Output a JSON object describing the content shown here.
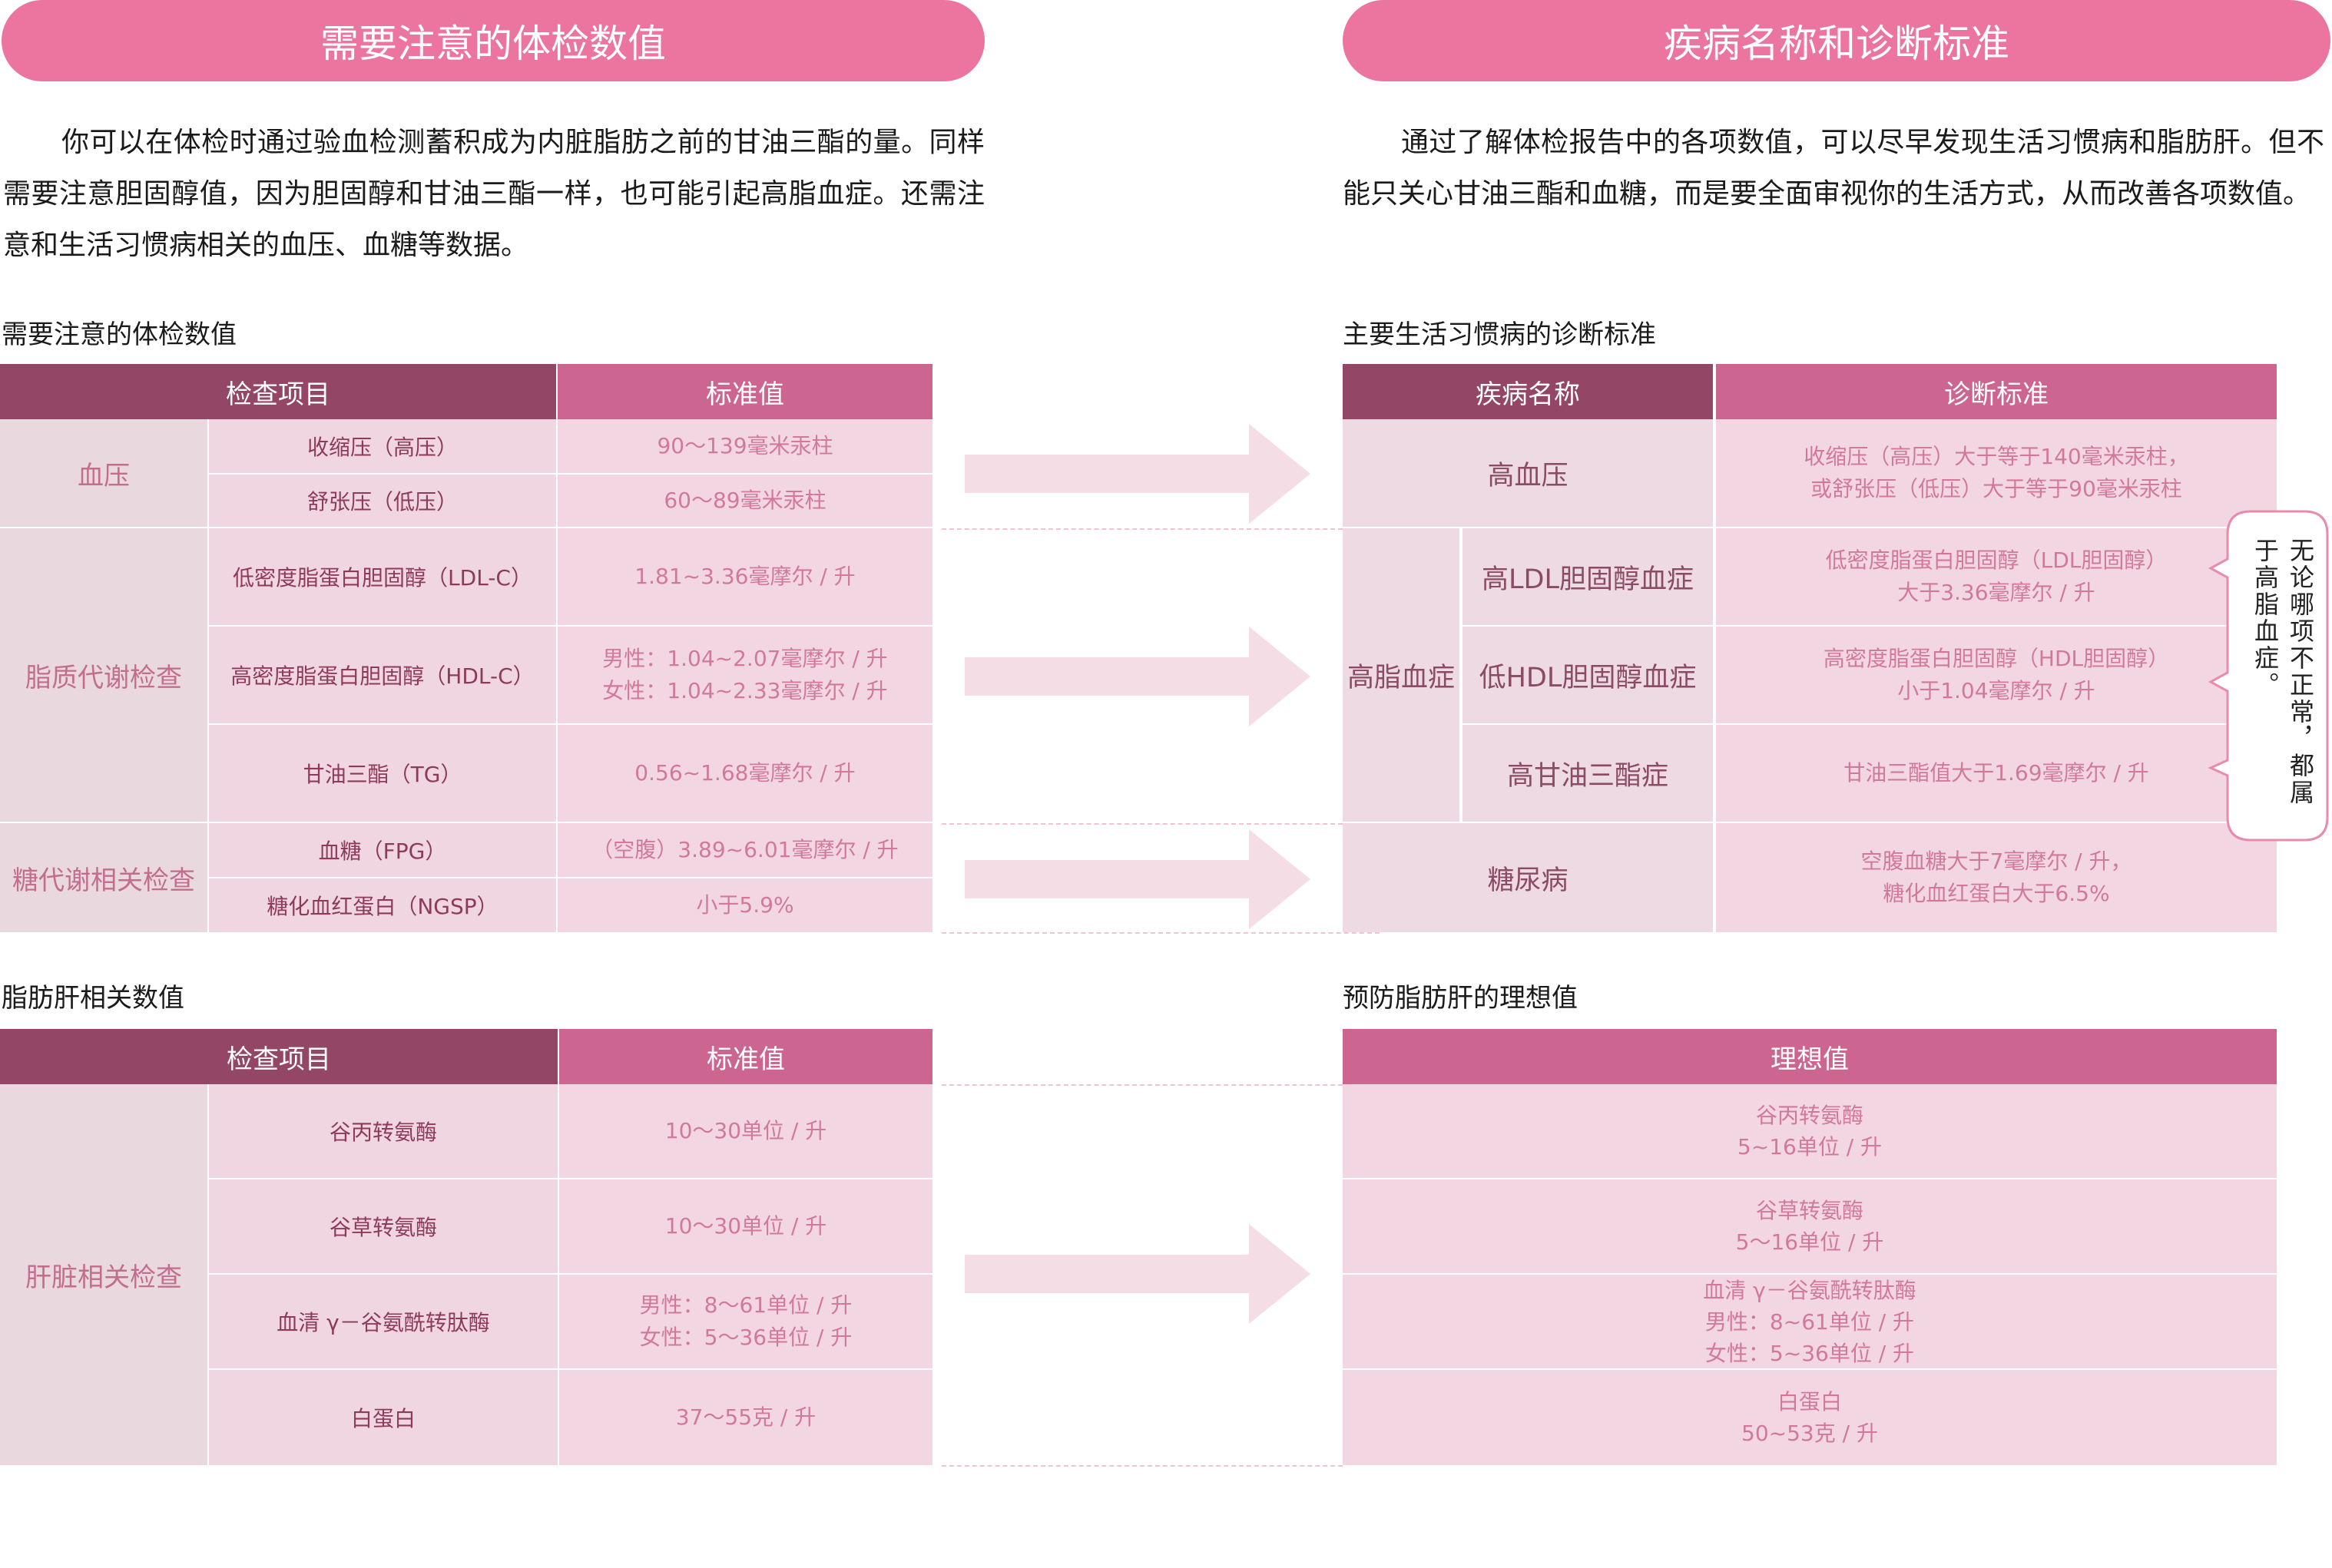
{
  "banners": {
    "left": "需要注意的体检数值",
    "right": "疾病名称和诊断标准"
  },
  "paragraphs": {
    "left": "你可以在体检时通过验血检测蓄积成为内脏脂肪之前的甘油三酯的量。同样需要注意胆固醇值，因为胆固醇和甘油三酯一样，也可能引起高脂血症。还需注意和生活习惯病相关的血压、血糖等数据。",
    "right": "通过了解体检报告中的各项数值，可以尽早发现生活习惯病和脂肪肝。但不能只关心甘油三酯和血糖，而是要全面审视你的生活方式，从而改善各项数值。"
  },
  "table1": {
    "title": "需要注意的体检数值",
    "headers": [
      "检查项目",
      "标准值"
    ],
    "groups": [
      "血压",
      "脂质代谢检查",
      "糖代谢相关检查"
    ],
    "rows": [
      {
        "item": "收缩压（高压）",
        "value": "90～139毫米汞柱"
      },
      {
        "item": "舒张压（低压）",
        "value": "60～89毫米汞柱"
      },
      {
        "item": "低密度脂蛋白胆固醇（LDL-C）",
        "value": "1.81~3.36毫摩尔 / 升"
      },
      {
        "item": "高密度脂蛋白胆固醇（HDL-C）",
        "value": "男性：1.04~2.07毫摩尔 / 升\n女性：1.04~2.33毫摩尔 / 升"
      },
      {
        "item": "甘油三酯（TG）",
        "value": "0.56~1.68毫摩尔 / 升"
      },
      {
        "item": "血糖（FPG）",
        "value": "（空腹）3.89~6.01毫摩尔 / 升"
      },
      {
        "item": "糖化血红蛋白（NGSP）",
        "value": "小于5.9%"
      }
    ]
  },
  "table2": {
    "title": "主要生活习惯病的诊断标准",
    "headers": [
      "疾病名称",
      "诊断标准"
    ],
    "group": "高脂血症",
    "rows": [
      {
        "name": "高血压",
        "criteria": "收缩压（高压）大于等于140毫米汞柱，\n或舒张压（低压）大于等于90毫米汞柱"
      },
      {
        "name": "高LDL胆固醇血症",
        "criteria": "低密度脂蛋白胆固醇（LDL胆固醇）\n大于3.36毫摩尔 / 升"
      },
      {
        "name": "低HDL胆固醇血症",
        "criteria": "高密度脂蛋白胆固醇（HDL胆固醇）\n小于1.04毫摩尔 / 升"
      },
      {
        "name": "高甘油三酯症",
        "criteria": "甘油三酯值大于1.69毫摩尔 / 升"
      },
      {
        "name": "糖尿病",
        "criteria": "空腹血糖大于7毫摩尔 / 升，\n糖化血红蛋白大于6.5%"
      }
    ],
    "callout": "无论哪项不正常，都属于高脂血症。"
  },
  "table3": {
    "title": "脂肪肝相关数值",
    "headers": [
      "检查项目",
      "标准值"
    ],
    "group": "肝脏相关检查",
    "rows": [
      {
        "item": "谷丙转氨酶",
        "value": "10～30单位 / 升"
      },
      {
        "item": "谷草转氨酶",
        "value": "10～30单位 / 升"
      },
      {
        "item": "血清 γ－谷氨酰转肽酶",
        "value": "男性：8～61单位 / 升\n女性：5～36单位 / 升"
      },
      {
        "item": "白蛋白",
        "value": "37～55克 / 升"
      }
    ]
  },
  "table4": {
    "title": "预防脂肪肝的理想值",
    "header": "理想值",
    "rows": [
      "谷丙转氨酶\n5~16单位 / 升",
      "谷草转氨酶\n5～16单位 / 升",
      "血清 γ－谷氨酰转肽酶\n男性：8~61单位 / 升\n女性：5~36单位 / 升",
      "白蛋白\n50~53克 / 升"
    ]
  },
  "colors": {
    "banner": "#ec759f",
    "header_dark": "#934666",
    "header_pink": "#cc6590",
    "cell_light": "#f2d6e2",
    "arrow": "#f4dde5"
  },
  "icons": [
    "right-arrow-icon"
  ]
}
